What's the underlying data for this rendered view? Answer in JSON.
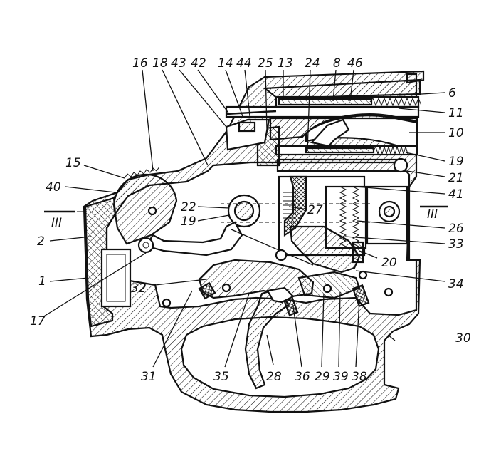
{
  "labels": {
    "l16": "16",
    "l18": "18",
    "l43": "43",
    "l42": "42",
    "l14": "14",
    "l44": "44",
    "l25": "25",
    "l13": "13",
    "l24": "24",
    "l8": "8",
    "l46": "46",
    "l6": "6",
    "l11": "11",
    "l10": "10",
    "l19r": "19",
    "l21": "21",
    "l41": "41",
    "l3r": "III",
    "l26": "26",
    "l33": "33",
    "l20": "20",
    "l34": "34",
    "l30": "30",
    "l15": "15",
    "l40": "40",
    "l3l": "III",
    "l2": "2",
    "l1": "1",
    "l22": "22",
    "l19l": "19",
    "l27": "27",
    "l32": "32",
    "l17": "17",
    "l31": "31",
    "l35": "35",
    "l28": "28",
    "l36": "36",
    "l29": "29",
    "l39": "39",
    "l38": "38"
  }
}
